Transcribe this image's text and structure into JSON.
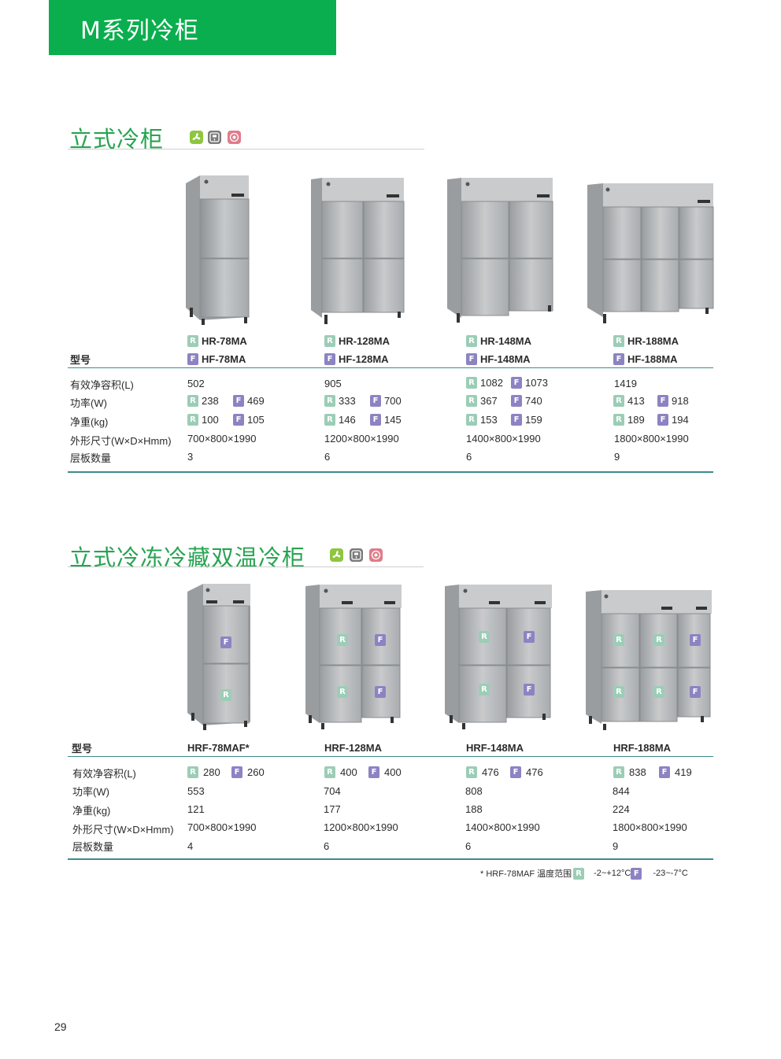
{
  "header": {
    "title": "M系列冷柜"
  },
  "section1": {
    "title": "立式冷柜",
    "icons": [
      "fan-icon",
      "thermostat-panel-icon",
      "defrost-icon"
    ],
    "model_label": "型号",
    "rows": [
      "有效净容积(L)",
      "功率(W)",
      "净重(kg)",
      "外形尺寸(W×D×Hmm)",
      "层板数量"
    ],
    "products": [
      {
        "r_model": "HR-78MA",
        "f_model": "HF-78MA",
        "volume": "502",
        "power_r": "238",
        "power_f": "469",
        "weight_r": "100",
        "weight_f": "105",
        "size": "700×800×1990",
        "shelves": "3"
      },
      {
        "r_model": "HR-128MA",
        "f_model": "HF-128MA",
        "volume": "905",
        "power_r": "333",
        "power_f": "700",
        "weight_r": "146",
        "weight_f": "145",
        "size": "1200×800×1990",
        "shelves": "6"
      },
      {
        "r_model": "HR-148MA",
        "f_model": "HF-148MA",
        "volume_r": "1082",
        "volume_f": "1073",
        "power_r": "367",
        "power_f": "740",
        "weight_r": "153",
        "weight_f": "159",
        "size": "1400×800×1990",
        "shelves": "6"
      },
      {
        "r_model": "HR-188MA",
        "f_model": "HF-188MA",
        "volume": "1419",
        "power_r": "413",
        "power_f": "918",
        "weight_r": "189",
        "weight_f": "194",
        "size": "1800×800×1990",
        "shelves": "9"
      }
    ]
  },
  "section2": {
    "title": "立式冷冻冷藏双温冷柜",
    "icons": [
      "fan-icon",
      "thermostat-panel-icon",
      "defrost-icon"
    ],
    "model_label": "型号",
    "rows": [
      "有效净容积(L)",
      "功率(W)",
      "净重(kg)",
      "外形尺寸(W×D×Hmm)",
      "层板数量"
    ],
    "products": [
      {
        "model": "HRF-78MAF*",
        "volume_r": "280",
        "volume_f": "260",
        "power": "553",
        "weight": "121",
        "size": "700×800×1990",
        "shelves": "4"
      },
      {
        "model": "HRF-128MA",
        "volume_r": "400",
        "volume_f": "400",
        "power": "704",
        "weight": "177",
        "size": "1200×800×1990",
        "shelves": "6"
      },
      {
        "model": "HRF-148MA",
        "volume_r": "476",
        "volume_f": "476",
        "power": "808",
        "weight": "188",
        "size": "1400×800×1990",
        "shelves": "6"
      },
      {
        "model": "HRF-188MA",
        "volume_r": "838",
        "volume_f": "419",
        "power": "844",
        "weight": "224",
        "size": "1800×800×1990",
        "shelves": "9"
      }
    ],
    "note": {
      "prefix": "* HRF-78MAF 温度范围",
      "r_range": "-2~+12°C",
      "f_range": "-23~-7°C"
    }
  },
  "badges": {
    "r": "R",
    "f": "F"
  },
  "colors": {
    "brand_green": "#0aae4e",
    "title_green": "#27a451",
    "badge_r": "#9ccdb6",
    "badge_f": "#8c83c2",
    "rule": "#3c8c8c"
  },
  "page_number": "29"
}
